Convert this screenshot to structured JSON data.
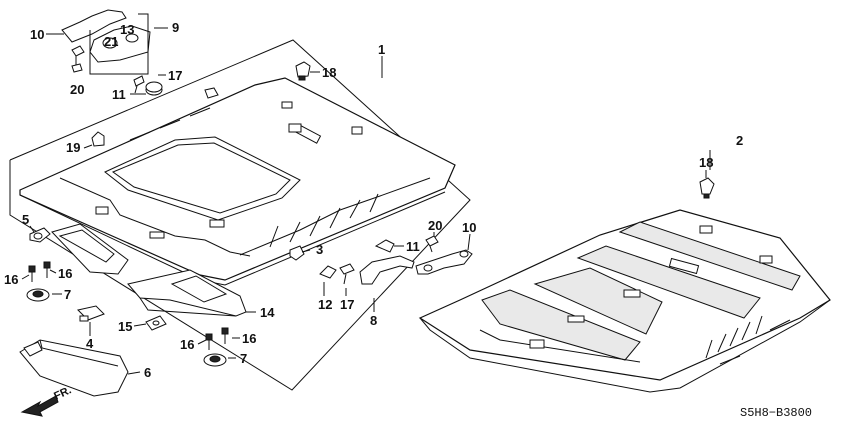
{
  "diagram": {
    "code": "S5H8−B3800",
    "direction_label": "FR.",
    "callouts": {
      "c1": "1",
      "c2": "2",
      "c3": "3",
      "c4": "4",
      "c5": "5",
      "c6": "6",
      "c7a": "7",
      "c7b": "7",
      "c8": "8",
      "c9": "9",
      "c10a": "10",
      "c10b": "10",
      "c11a": "11",
      "c11b": "11",
      "c12": "12",
      "c13": "13",
      "c14": "14",
      "c15": "15",
      "c16a": "16",
      "c16b": "16",
      "c16c": "16",
      "c16d": "16",
      "c17a": "17",
      "c17b": "17",
      "c18a": "18",
      "c18b": "18",
      "c19": "19",
      "c20a": "20",
      "c20b": "20",
      "c21": "21"
    }
  }
}
